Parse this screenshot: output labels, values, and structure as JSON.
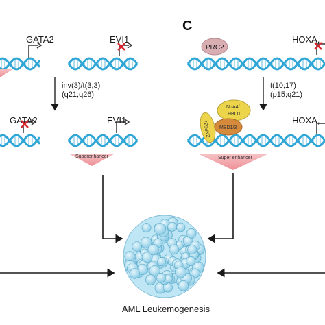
{
  "panel_label": "C",
  "genes": {
    "gata2_top": "GATA2",
    "evi1_top": "EVI1",
    "gata2_bottom": "GATA2",
    "evi1_bottom": "EVI1",
    "hoxa_top": "HOXA,",
    "hoxa_bottom": "HOXA,"
  },
  "translocation_left": {
    "line1": "inv(3)/t(3;3)",
    "line2": "(q21;q26)"
  },
  "translocation_right": {
    "line1": "t(10;17)",
    "line2": "(p15;q21)"
  },
  "proteins": {
    "prc2": "PRC2",
    "nuaa": "NuA4/",
    "hbo1": "HBO1",
    "mbd": "MBD1/3",
    "zfn": "ZNF687"
  },
  "enhancers": {
    "left": "Superenhancer",
    "right": "Super enhancer"
  },
  "outcome": "AML Leukemogenesis",
  "colors": {
    "dna_strand": "#2fa6d6",
    "dna_rung": "#9dd3ea",
    "enhancer": "#f19fa4",
    "prc2": "#d9aeb3",
    "blob_yellow": "#ecd54a",
    "blob_orange": "#d68a3c",
    "cell": "#a9dcef"
  }
}
